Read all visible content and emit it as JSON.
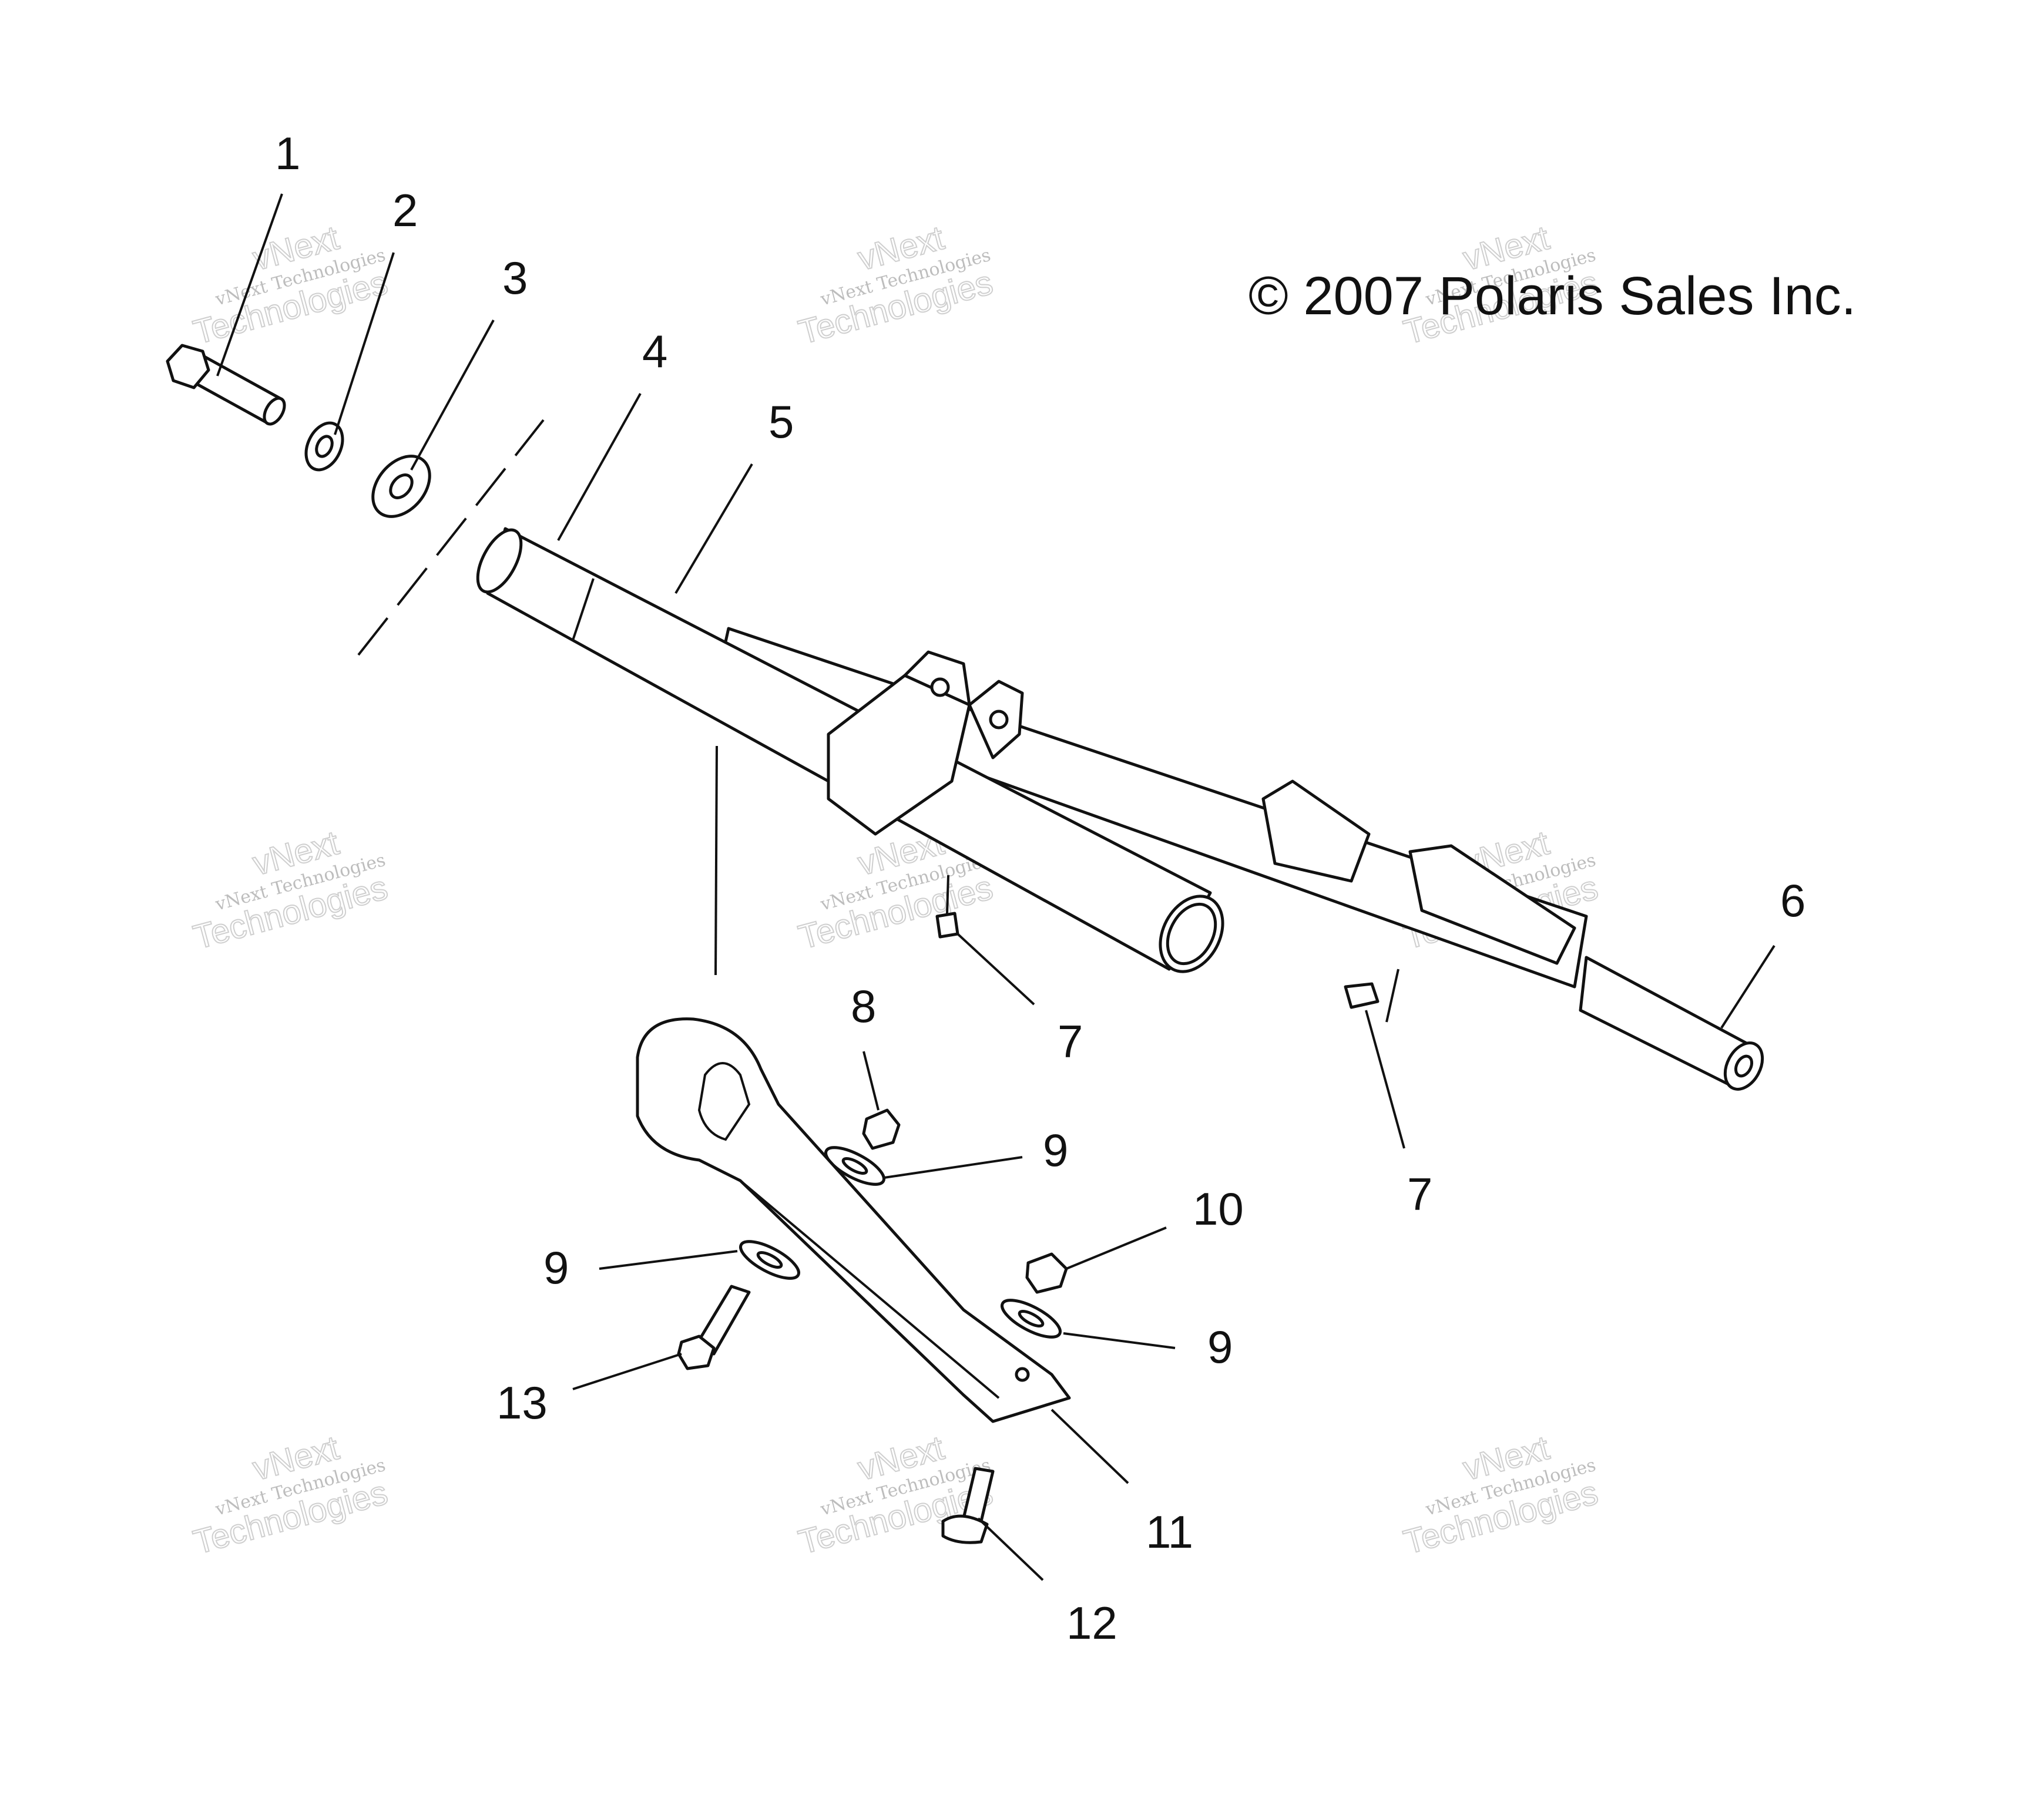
{
  "diagram": {
    "copyright": "© 2007 Polaris Sales Inc.",
    "watermark_small": "vNext Technologies",
    "watermark_top": "vNext",
    "watermark_bottom": "Technologies",
    "callouts": [
      {
        "id": "c1",
        "label": "1"
      },
      {
        "id": "c2",
        "label": "2"
      },
      {
        "id": "c3",
        "label": "3"
      },
      {
        "id": "c4",
        "label": "4"
      },
      {
        "id": "c5",
        "label": "5"
      },
      {
        "id": "c6",
        "label": "6"
      },
      {
        "id": "c7a",
        "label": "7"
      },
      {
        "id": "c7b",
        "label": "7"
      },
      {
        "id": "c8",
        "label": "8"
      },
      {
        "id": "c9a",
        "label": "9"
      },
      {
        "id": "c9b",
        "label": "9"
      },
      {
        "id": "c9c",
        "label": "9"
      },
      {
        "id": "c10",
        "label": "10"
      },
      {
        "id": "c11",
        "label": "11"
      },
      {
        "id": "c12",
        "label": "12"
      },
      {
        "id": "c13",
        "label": "13"
      }
    ]
  },
  "colors": {
    "line": "#111111",
    "background": "#ffffff",
    "watermark": "#bdbdbd"
  }
}
